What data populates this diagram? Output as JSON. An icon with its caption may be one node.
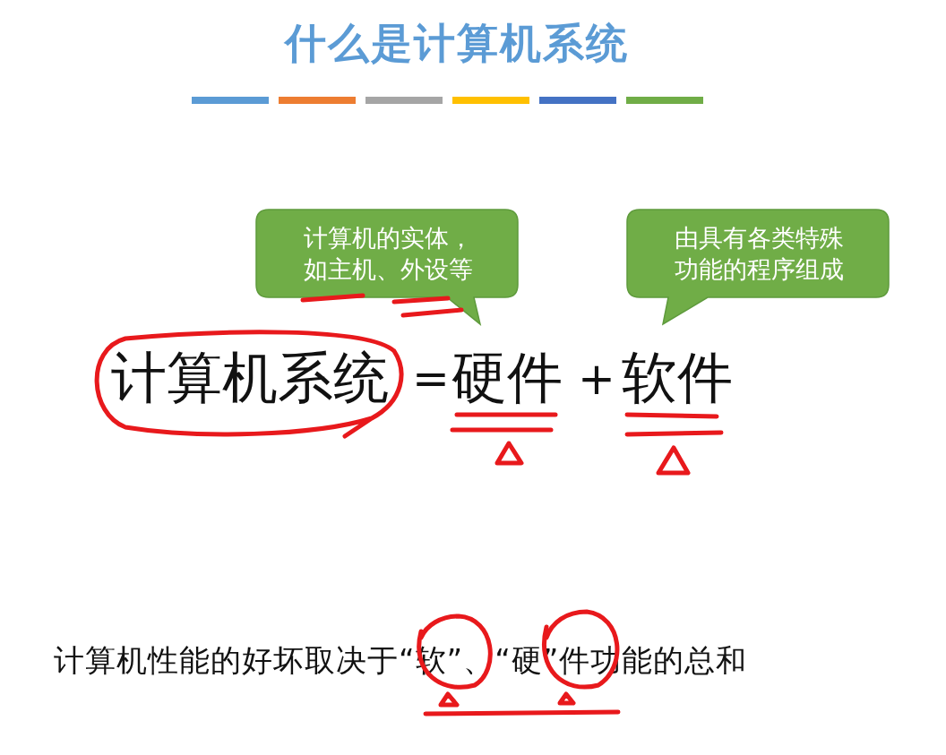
{
  "diagram": {
    "title": "什么是计算机系统",
    "nodes": [
      {
        "text": [
          "计算机的实体，如主机、外设等"
        ]
      },
      {
        "text": [
          "由具有各类特殊功能的程序组成"
        ]
      }
    ],
    "labels": [
      "计算机系统",
      "=",
      "硬件",
      "+",
      "软件",
      "计算机性能的好坏取决于“软”、“硬”件功能的总和"
    ]
  }
}
